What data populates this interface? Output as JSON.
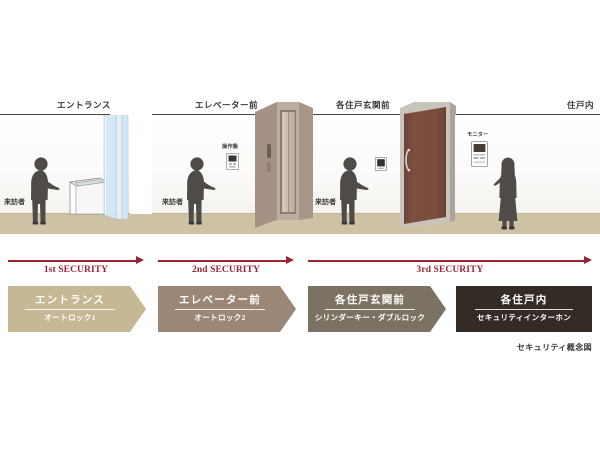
{
  "diagram": {
    "caption": "セキュリティ概念図",
    "zone_labels": [
      {
        "id": "entrance",
        "text": "エントランス"
      },
      {
        "id": "elevator-front",
        "text": "エレベーター前"
      },
      {
        "id": "dwelling-front",
        "text": "各住戸玄関前"
      },
      {
        "id": "dwelling-inside",
        "text": "住戸内"
      }
    ],
    "person_labels": [
      {
        "id": "visitor-1",
        "text": "来訪者"
      },
      {
        "id": "visitor-2",
        "text": "来訪者"
      },
      {
        "id": "visitor-3",
        "text": "来訪者"
      }
    ],
    "device_labels": [
      {
        "id": "elevator-operation-panel",
        "text": "操作盤"
      },
      {
        "id": "interphone-monitor",
        "text": "モニター"
      }
    ],
    "arrows": [
      {
        "id": "arrow-1",
        "label": "1st SECURITY"
      },
      {
        "id": "arrow-2",
        "label": "2nd SECURITY"
      },
      {
        "id": "arrow-3",
        "label": "3rd SECURITY"
      }
    ],
    "banners": [
      {
        "id": "banner-1",
        "title": "エントランス",
        "subtitle": "オートロック1",
        "color": "#c6b795"
      },
      {
        "id": "banner-2",
        "title": "エレベーター前",
        "subtitle": "オートロック2",
        "color": "#9c8676"
      },
      {
        "id": "banner-3",
        "title": "各住戸玄関前",
        "subtitle": "シリンダーキー・ダブルロック",
        "color": "#7c7263"
      },
      {
        "id": "banner-4",
        "title": "各住戸内",
        "subtitle": "セキュリティインターホン",
        "color": "#352b26"
      }
    ],
    "colors": {
      "arrow": "#9d2334",
      "floor": "#cdc2a4",
      "silhouette": "#4e4b48",
      "entrance_glass": "#cfe6f4",
      "elevator_door": "#b6a79b",
      "unit_door": "#7a4d3e"
    }
  }
}
